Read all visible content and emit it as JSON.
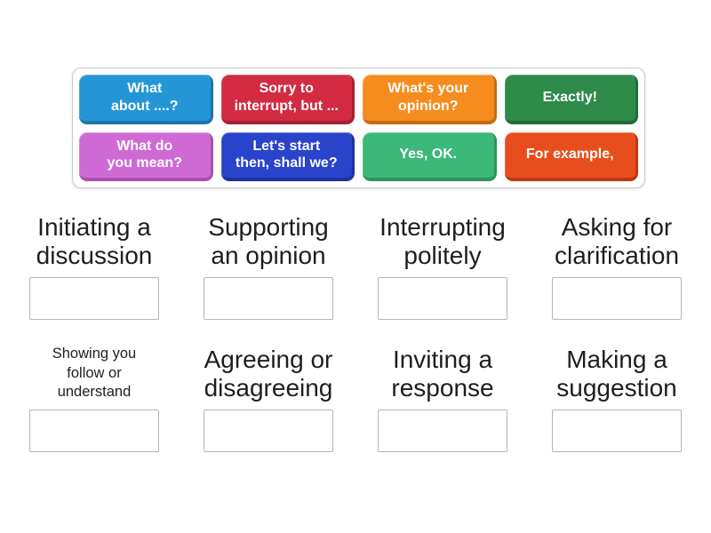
{
  "colors": {
    "tray_border": "#c9c9c9",
    "box_border": "#b4b4b4",
    "title_text": "#1e1e1e"
  },
  "tray": {
    "chips": [
      {
        "label": "What\nabout ....?",
        "bg": "#2596d5",
        "edge": "#1b76ab"
      },
      {
        "label": "Sorry to\ninterrupt, but ...",
        "bg": "#d22b42",
        "edge": "#a62033"
      },
      {
        "label": "What's your\nopinion?",
        "bg": "#f68c1e",
        "edge": "#c66c10"
      },
      {
        "label": "Exactly!",
        "bg": "#2e8b4a",
        "edge": "#226b38"
      },
      {
        "label": "What do\nyou mean?",
        "bg": "#cf6ad4",
        "edge": "#a94fb0"
      },
      {
        "label": "Let's start\nthen, shall we?",
        "bg": "#2a43cb",
        "edge": "#1e32a0"
      },
      {
        "label": "Yes, OK.",
        "bg": "#3cb878",
        "edge": "#2d945f"
      },
      {
        "label": "For example,",
        "bg": "#e84e1d",
        "edge": "#bb3a12"
      }
    ]
  },
  "categories": [
    {
      "label": "Initiating a\ndiscussion",
      "size": "normal"
    },
    {
      "label": "Supporting\nan opinion",
      "size": "normal"
    },
    {
      "label": "Interrupting\npolitely",
      "size": "normal"
    },
    {
      "label": "Asking for\nclarification",
      "size": "normal"
    },
    {
      "label": "Showing you\nfollow or\nunderstand",
      "size": "small"
    },
    {
      "label": "Agreeing or\ndisagreeing",
      "size": "normal"
    },
    {
      "label": "Inviting a\nresponse",
      "size": "normal"
    },
    {
      "label": "Making a\nsuggestion",
      "size": "normal"
    }
  ]
}
